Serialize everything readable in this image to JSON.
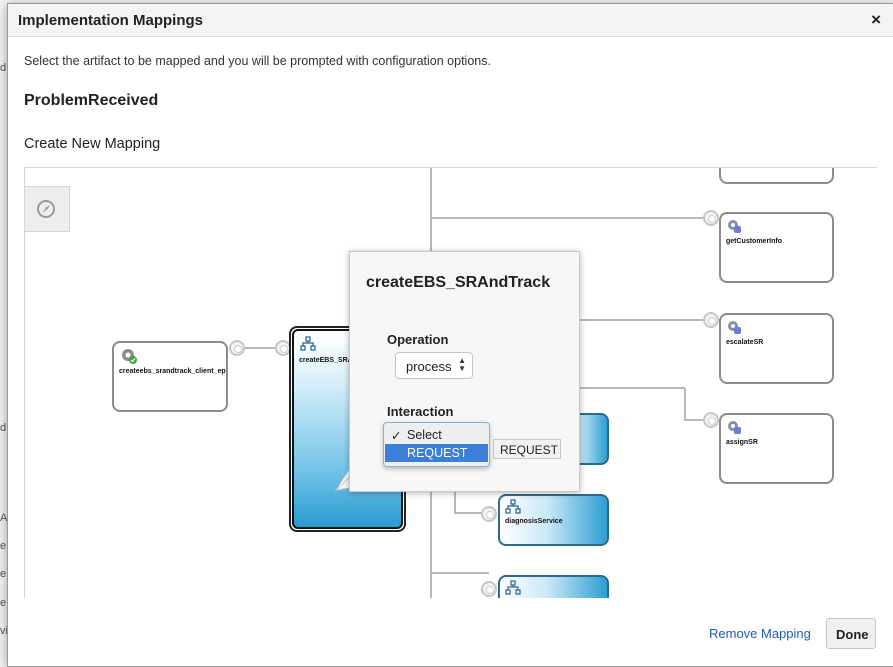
{
  "dialog": {
    "title": "Implementation Mappings",
    "close_glyph": "×",
    "instruction": "Select the artifact to be mapped and you will be prompted with configuration options.",
    "event_name": "ProblemReceived",
    "section_title": "Create New Mapping",
    "remove_mapping_label": "Remove Mapping",
    "done_label": "Done"
  },
  "background_fragments": [
    "d",
    "d",
    "A",
    "e",
    "e",
    "e",
    "vi"
  ],
  "diagram": {
    "compass_icon": "compass-icon",
    "client_node": {
      "label": "createebs_srandtrack_client_ep",
      "icon": "gear-ok-icon"
    },
    "selected_node": {
      "label": "createEBS_SRAnd",
      "icon": "composite-icon"
    },
    "reference_nodes": [
      {
        "label": "getCustomerInfo",
        "icon": "gear-cylinder-icon"
      },
      {
        "label": "escalateSR",
        "icon": "gear-cylinder-icon"
      },
      {
        "label": "assignSR",
        "icon": "gear-cylinder-icon"
      }
    ],
    "service_nodes": [
      {
        "label": "diagnosisService",
        "icon": "composite-icon"
      }
    ]
  },
  "popover": {
    "title": "createEBS_SRAndTrack",
    "operation_label": "Operation",
    "operation_value": "process",
    "select_arrows": "▲▼",
    "interaction_label": "Interaction",
    "interaction_options": [
      {
        "label": "Select",
        "checked": true,
        "highlighted": false
      },
      {
        "label": "REQUEST",
        "checked": false,
        "highlighted": true
      }
    ],
    "checkmark": "✓",
    "selected_interaction": "REQUEST"
  },
  "colors": {
    "accent_blue": "#3b7fd9",
    "node_blue": "#2d9ed3",
    "link": "#1f5fa8"
  }
}
